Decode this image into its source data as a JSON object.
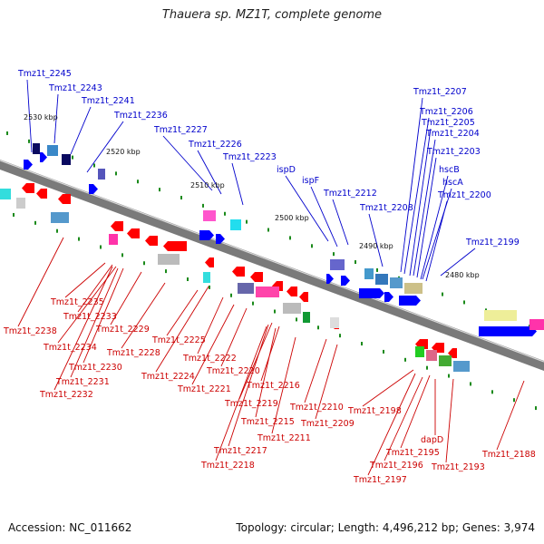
{
  "title": "Thauera sp. MZ1T, complete genome",
  "footer": {
    "accession": "Accession: NC_011662",
    "topology": "Topology: circular; Length: 4,496,212 bp; Genes: 3,974"
  },
  "colors": {
    "forward_label": "#0000cc",
    "reverse_label": "#cc0000",
    "forward_gene": "#0000ff",
    "reverse_gene": "#ff0000",
    "backbone": "#888888",
    "tick": "#1a8a1a"
  },
  "kbp_ticks": [
    {
      "label": "2530 kbp"
    },
    {
      "label": "2520 kbp"
    },
    {
      "label": "2510 kbp"
    },
    {
      "label": "2500 kbp"
    },
    {
      "label": "2490 kbp"
    },
    {
      "label": "2480 kbp"
    }
  ],
  "forward_labels": [
    "Tmz1t_2245",
    "Tmz1t_2243",
    "Tmz1t_2241",
    "Tmz1t_2236",
    "Tmz1t_2227",
    "Tmz1t_2226",
    "Tmz1t_2223",
    "ispD",
    "ispF",
    "Tmz1t_2212",
    "Tmz1t_2208",
    "Tmz1t_2207",
    "Tmz1t_2206",
    "Tmz1t_2205",
    "Tmz1t_2204",
    "Tmz1t_2203",
    "hscB",
    "hscA",
    "Tmz1t_2200",
    "Tmz1t_2199"
  ],
  "reverse_labels": [
    "Tmz1t_2235",
    "Tmz1t_2233",
    "Tmz1t_2238",
    "Tmz1t_2234",
    "Tmz1t_2229",
    "Tmz1t_2228",
    "Tmz1t_2230",
    "Tmz1t_2231",
    "Tmz1t_2232",
    "Tmz1t_2225",
    "Tmz1t_2222",
    "Tmz1t_2224",
    "Tmz1t_2220",
    "Tmz1t_2221",
    "Tmz1t_2216",
    "Tmz1t_2219",
    "Tmz1t_2215",
    "Tmz1t_2217",
    "Tmz1t_2218",
    "Tmz1t_2210",
    "Tmz1t_2211",
    "Tmz1t_2209",
    "Tmz1t_2198",
    "dapD",
    "Tmz1t_2195",
    "Tmz1t_2196",
    "Tmz1t_2197",
    "Tmz1t_2193",
    "Tmz1t_2188"
  ]
}
